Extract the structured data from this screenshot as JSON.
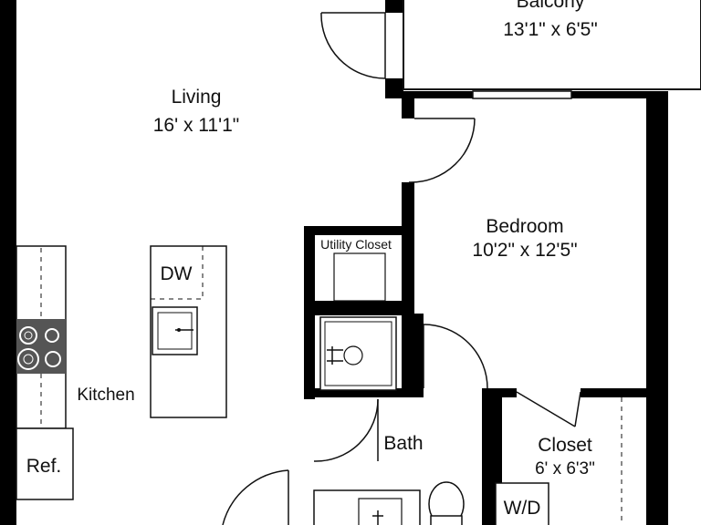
{
  "rooms": {
    "balcony": {
      "name": "Balcony",
      "dims": "13'1\" x 6'5\""
    },
    "living": {
      "name": "Living",
      "dims": "16' x 11'1\""
    },
    "bedroom": {
      "name": "Bedroom",
      "dims": "10'2\" x 12'5\""
    },
    "utility": {
      "name": "Utility Closet"
    },
    "kitchen": {
      "name": "Kitchen"
    },
    "bath": {
      "name": "Bath"
    },
    "closet": {
      "name": "Closet",
      "dims": "6' x 6'3\""
    }
  },
  "fixtures": {
    "dishwasher": "DW",
    "refrigerator": "Ref.",
    "washer_dryer": "W/D"
  },
  "colors": {
    "wall": "#000000",
    "line": "#111111",
    "burner": "#555555",
    "background": "#ffffff"
  }
}
